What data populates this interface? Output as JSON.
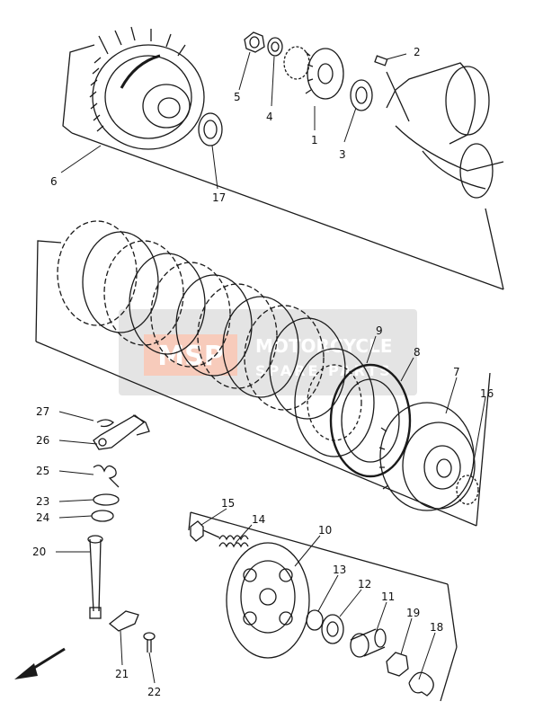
{
  "diagram": {
    "labels": [
      "1",
      "2",
      "3",
      "4",
      "5",
      "6",
      "17",
      "9",
      "8",
      "7",
      "16",
      "27",
      "26",
      "25",
      "23",
      "24",
      "20",
      "15",
      "14",
      "10",
      "13",
      "12",
      "11",
      "19",
      "18",
      "21",
      "22"
    ],
    "ink_color": "#1a1a1a",
    "background_color": "#ffffff",
    "watermark": {
      "logo_text": "MSP",
      "line1": "MOTORCYCLE",
      "line2": "SPARE PARTS",
      "box_color": "#d9d9d9",
      "logo_color": "#f0a080"
    },
    "direction_arrow": "arrow-icon"
  }
}
